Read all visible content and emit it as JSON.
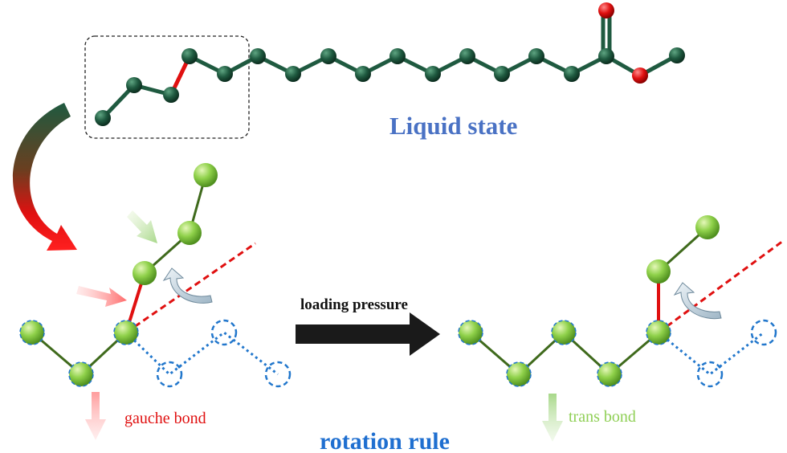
{
  "labels": {
    "liquid_state": "Liquid state",
    "loading_pressure": "loading pressure",
    "gauche_bond": "gauche bond",
    "trans_bond": "trans bond",
    "rotation_rule": "rotation rule"
  },
  "colors": {
    "dark_chain": "#1f5a40",
    "oxygen": "#e01010",
    "light_atom": "#8fd14a",
    "highlight_bond": "#e01010",
    "ghost_atom": "#2277cc",
    "liquid_state_text": "#4a72c4",
    "rotation_rule_text": "#1f6fd0",
    "gauche_text": "#e01010",
    "trans_text": "#8fcf55",
    "arrow_main": "#1a1a1a"
  }
}
